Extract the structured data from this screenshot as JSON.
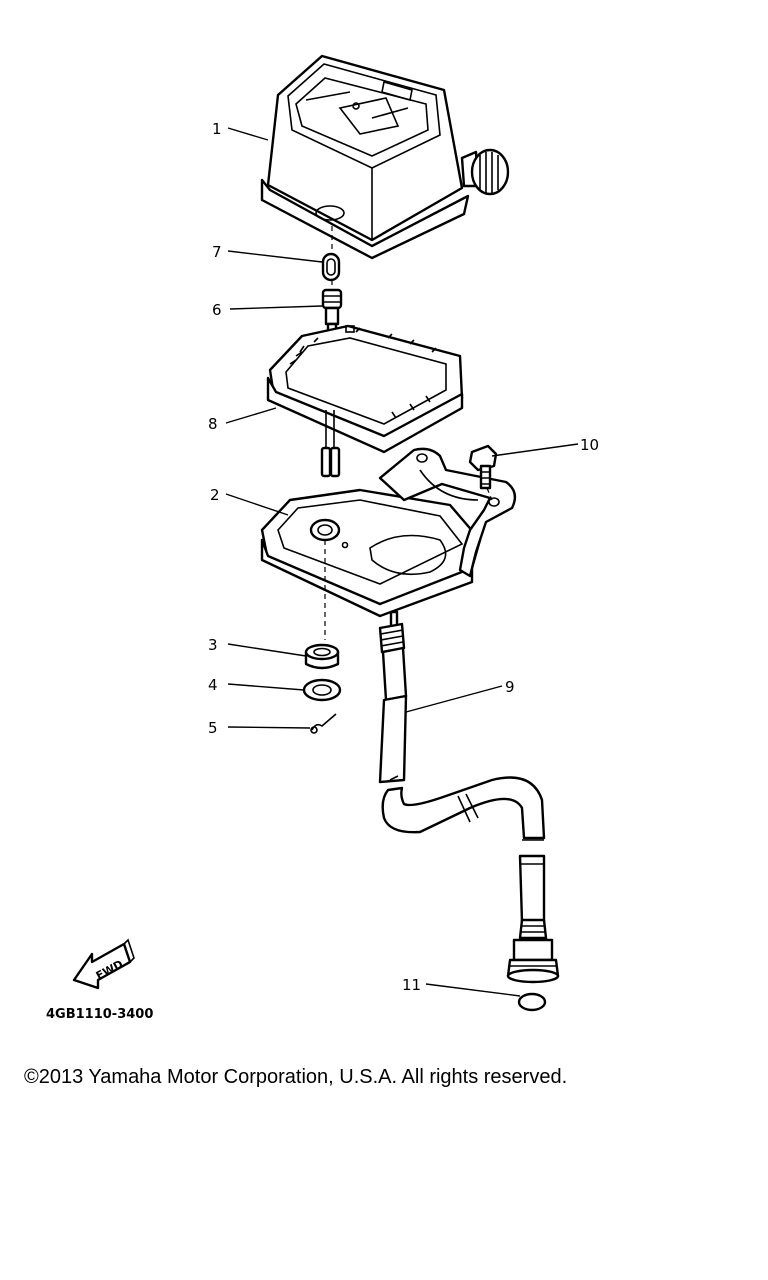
{
  "diagram": {
    "callouts": [
      {
        "id": "1",
        "text": "1"
      },
      {
        "id": "2",
        "text": "2"
      },
      {
        "id": "3",
        "text": "3"
      },
      {
        "id": "4",
        "text": "4"
      },
      {
        "id": "5",
        "text": "5"
      },
      {
        "id": "6",
        "text": "6"
      },
      {
        "id": "7",
        "text": "7"
      },
      {
        "id": "8",
        "text": "8"
      },
      {
        "id": "9",
        "text": "9"
      },
      {
        "id": "10",
        "text": "10"
      },
      {
        "id": "11",
        "text": "11"
      }
    ],
    "fwd_label": "FWD",
    "drawing_code": "4GB1110-3400"
  },
  "footer": {
    "copyright": "©2013 Yamaha Motor Corporation, U.S.A. All rights reserved."
  }
}
